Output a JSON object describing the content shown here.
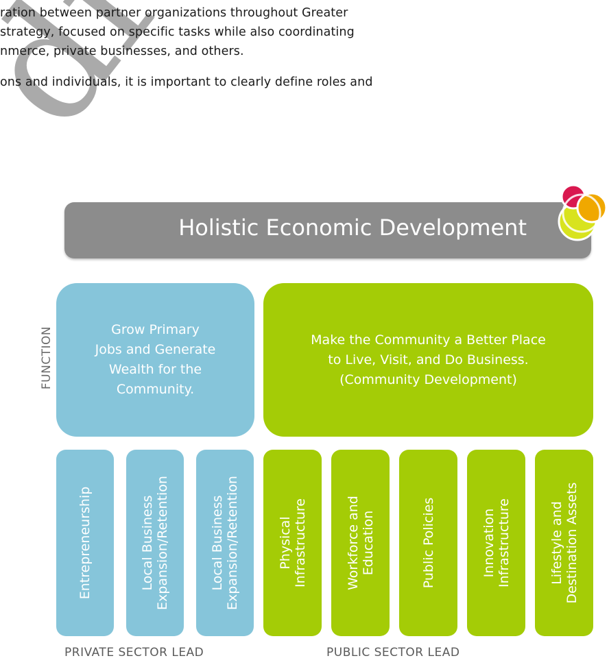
{
  "watermark": "draft",
  "intro": {
    "paragraph1": [
      "ration between partner organizations throughout Greater",
      " strategy, focused on specific tasks while also coordinating",
      "nmerce, private businesses, and others."
    ],
    "paragraph2": [
      "ons and individuals, it is important to clearly define roles and"
    ]
  },
  "diagram": {
    "title": "Holistic Economic Development",
    "function_label": "FUNCTION",
    "functions": {
      "private": "Grow Primary\nJobs and Generate\nWealth for the\nCommunity.",
      "public": "Make the Community a Better Place\nto Live, Visit, and Do Business.\n(Community Development)"
    },
    "private_columns": [
      "Entrepreneurship",
      "Local Business\nExpansion/Retention",
      "Local Business\nExpansion/Retention"
    ],
    "public_columns": [
      "Physical\nInfrastructure",
      "Workforce and\nEducation",
      "Public Policies",
      "Innovation\nInfrastructure",
      "Lifestyle and\nDestination Assets"
    ],
    "sectors": {
      "private": "PRIVATE SECTOR LEAD",
      "public": "PUBLIC SECTOR LEAD"
    },
    "colors": {
      "banner": "#8c8c8c",
      "private": "#86c5da",
      "public": "#a4cc06",
      "logo_red": "#d9184f",
      "logo_orange": "#f0a800",
      "logo_lime": "#d8e31e"
    }
  }
}
